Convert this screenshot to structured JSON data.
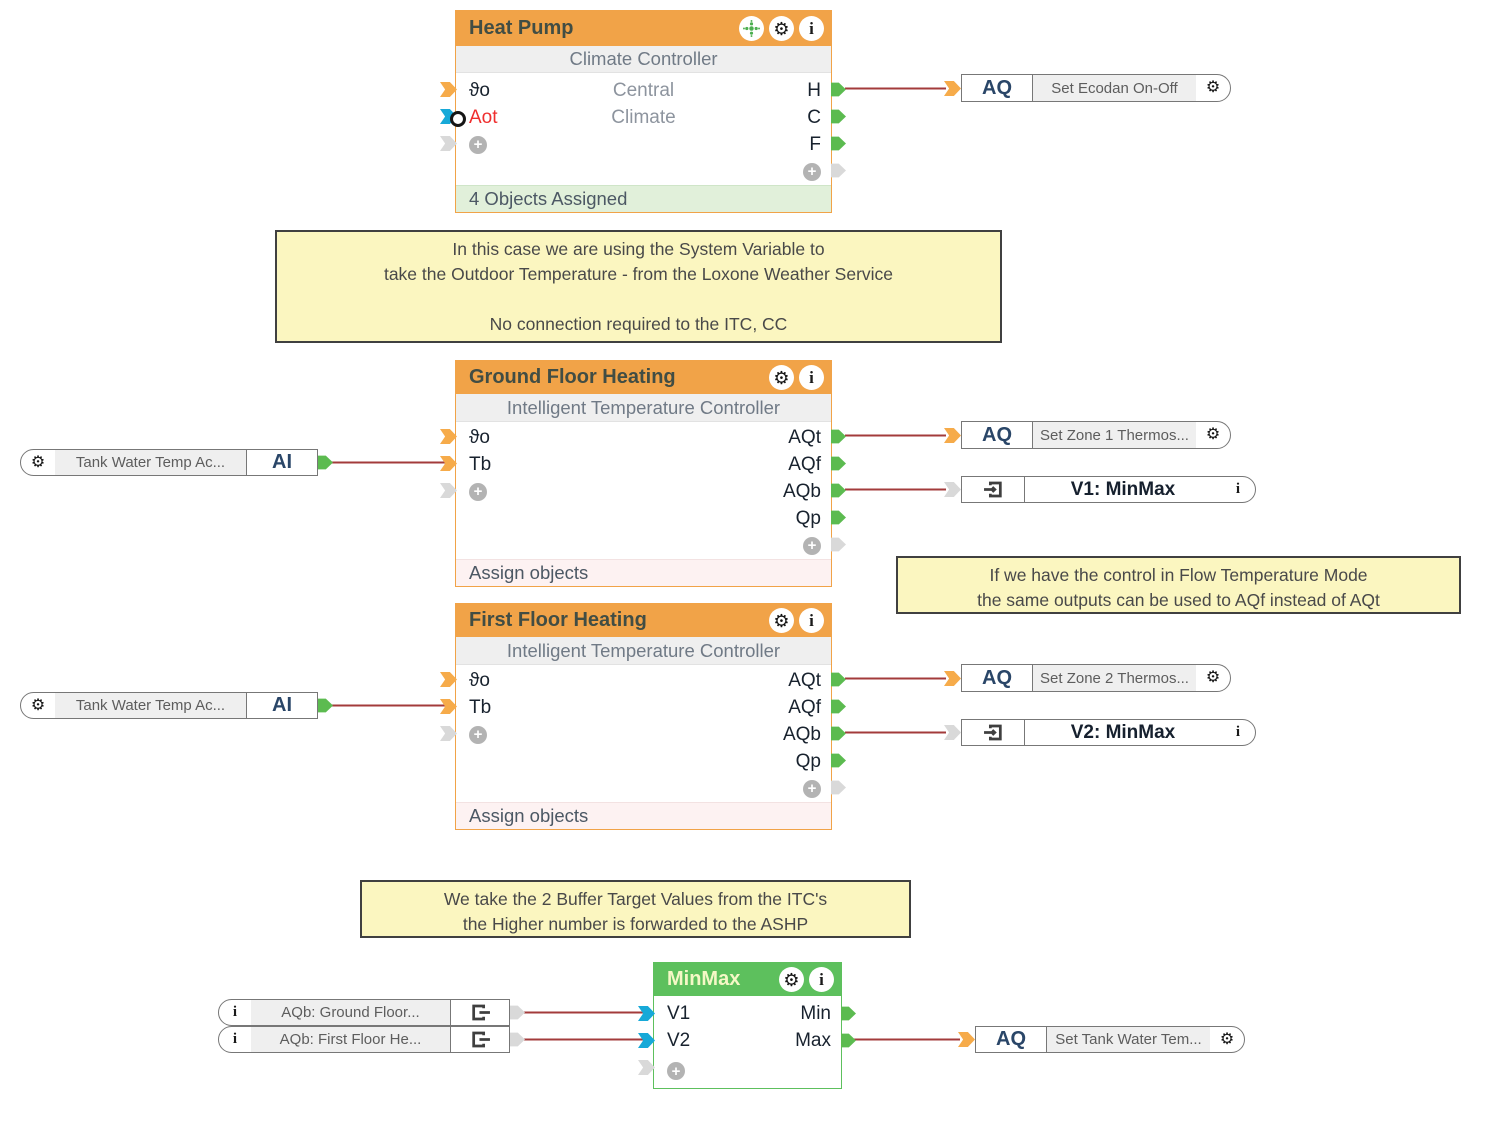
{
  "app": "Loxone Config programming canvas",
  "colors": {
    "block_header_orange": "#f1a348",
    "block_header_green": "#5dc05d",
    "wire_red": "#a33b3b",
    "connector_green": "#5cbb50",
    "connector_cyan": "#17a9d8",
    "connector_orange": "#f6ab4a",
    "connector_gray": "#d9d9d9",
    "note_bg": "#fbf6c0",
    "footer_green_bg": "#e1f0da",
    "footer_pink_bg": "#fdf2f2"
  },
  "blocks": {
    "heat_pump": {
      "title": "Heat Pump",
      "subtitle": "Climate Controller",
      "center_line1": "Central",
      "center_line2": "Climate",
      "inputs": {
        "i1": "ϑo",
        "i2": "Aot"
      },
      "outputs": {
        "o1": "H",
        "o2": "C",
        "o3": "F"
      },
      "footer": "4 Objects Assigned"
    },
    "ground_floor": {
      "title": "Ground Floor Heating",
      "subtitle": "Intelligent Temperature Controller",
      "inputs": {
        "i1": "ϑo",
        "i2": "Tb"
      },
      "outputs": {
        "o1": "AQt",
        "o2": "AQf",
        "o3": "AQb",
        "o4": "Qp"
      },
      "footer": "Assign objects"
    },
    "first_floor": {
      "title": "First Floor Heating",
      "subtitle": "Intelligent Temperature Controller",
      "inputs": {
        "i1": "ϑo",
        "i2": "Tb"
      },
      "outputs": {
        "o1": "AQt",
        "o2": "AQf",
        "o3": "AQb",
        "o4": "Qp"
      },
      "footer": "Assign objects"
    },
    "minmax": {
      "title": "MinMax",
      "inputs": {
        "i1": "V1",
        "i2": "V2"
      },
      "outputs": {
        "o1": "Min",
        "o2": "Max"
      }
    }
  },
  "io_pills": {
    "ai1": {
      "type": "AI",
      "label": "Tank Water Temp Ac..."
    },
    "ai2": {
      "type": "AI",
      "label": "Tank Water Temp Ac..."
    },
    "aq_ecodan": {
      "type": "AQ",
      "label": "Set Ecodan On-Off"
    },
    "aq_zone1": {
      "type": "AQ",
      "label": "Set Zone 1 Thermos..."
    },
    "aq_zone2": {
      "type": "AQ",
      "label": "Set Zone 2 Thermos..."
    },
    "aq_tank": {
      "type": "AQ",
      "label": "Set Tank Water Tem..."
    },
    "v1_ref": {
      "label": "V1: MinMax"
    },
    "v2_ref": {
      "label": "V2: MinMax"
    },
    "aqb_gf": {
      "label": "AQb: Ground Floor..."
    },
    "aqb_ff": {
      "label": "AQb: First Floor He..."
    }
  },
  "notes": {
    "note1": {
      "line1": "In this case we are using the System Variable to",
      "line2": "take the Outdoor Temperature - from the Loxone Weather Service",
      "line3": "",
      "line4": "No connection required to the ITC, CC"
    },
    "note2": {
      "line1": "If we have the control in Flow Temperature Mode",
      "line2": "the same outputs can be used to AQf instead of  AQt"
    },
    "note3": {
      "line1": "We take the 2 Buffer Target Values from the ITC's",
      "line2": "the Higher number is forwarded to the ASHP"
    }
  }
}
